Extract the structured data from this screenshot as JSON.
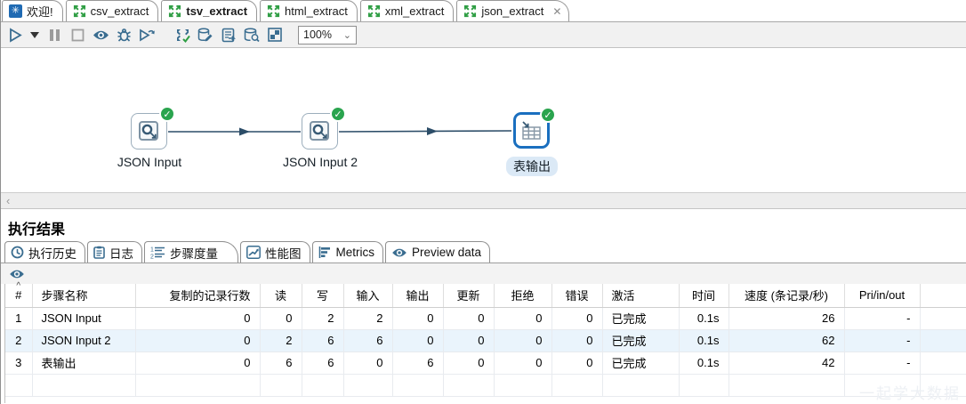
{
  "editor_tabs": [
    {
      "label": "欢迎!"
    },
    {
      "label": "csv_extract"
    },
    {
      "label": "tsv_extract"
    },
    {
      "label": "html_extract"
    },
    {
      "label": "xml_extract"
    },
    {
      "label": "json_extract"
    }
  ],
  "toolbar": {
    "zoom_level": "100%",
    "icons": [
      "run",
      "run-options",
      "pause",
      "stop",
      "preview",
      "debug",
      "replay",
      "verify-transformation",
      "impact-analysis",
      "generate-sql",
      "explore-database",
      "show-results",
      "zoom-select"
    ]
  },
  "canvas": {
    "nodes": [
      {
        "label": "JSON Input",
        "status": "completed"
      },
      {
        "label": "JSON Input 2",
        "status": "completed"
      },
      {
        "label": "表输出",
        "status": "completed",
        "selected": true
      }
    ]
  },
  "results": {
    "title": "执行结果",
    "tabs": [
      {
        "label": "执行历史"
      },
      {
        "label": "日志"
      },
      {
        "label": "步骤度量",
        "active": true
      },
      {
        "label": "性能图"
      },
      {
        "label": "Metrics"
      },
      {
        "label": "Preview data"
      }
    ],
    "table": {
      "columns": [
        "#",
        "步骤名称",
        "复制的记录行数",
        "读",
        "写",
        "输入",
        "输出",
        "更新",
        "拒绝",
        "错误",
        "激活",
        "时间",
        "速度 (条记录/秒)",
        "Pri/in/out"
      ],
      "rows": [
        [
          "1",
          "JSON Input",
          "0",
          "0",
          "2",
          "2",
          "0",
          "0",
          "0",
          "0",
          "已完成",
          "0.1s",
          "26",
          "-"
        ],
        [
          "2",
          "JSON Input 2",
          "0",
          "2",
          "6",
          "6",
          "0",
          "0",
          "0",
          "0",
          "已完成",
          "0.1s",
          "62",
          "-"
        ],
        [
          "3",
          "表输出",
          "0",
          "6",
          "6",
          "0",
          "6",
          "0",
          "0",
          "0",
          "已完成",
          "0.1s",
          "42",
          "-"
        ]
      ]
    }
  },
  "watermark": "一起学大数据",
  "colors": {
    "accent_blue": "#1a6fbf",
    "icon_steel": "#3a6d90",
    "kettle_green": "#2f9e44",
    "badge_green": "#2aa44e",
    "row_highlight": "#eaf4fc",
    "node_label_pill": "#dbe9f6"
  }
}
